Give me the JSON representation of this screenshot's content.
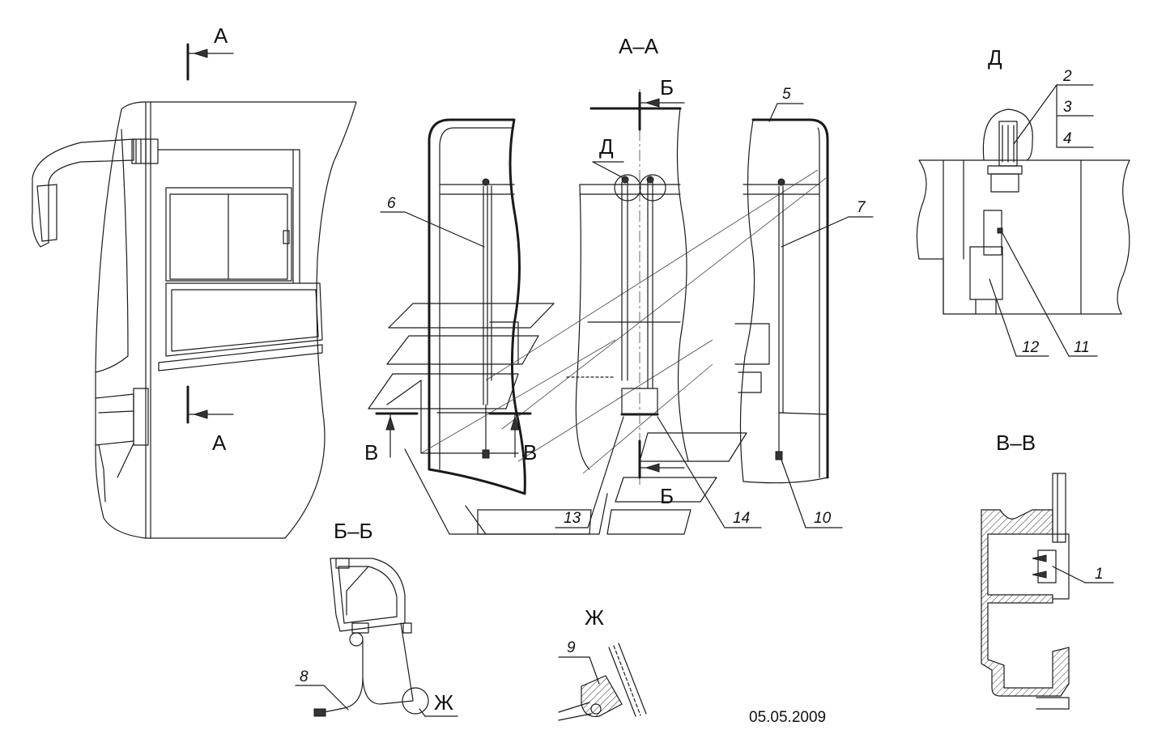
{
  "views": {
    "section_aa": "А–А",
    "section_bb": "Б–Б",
    "section_vv": "В–В",
    "detail_d": "Д",
    "detail_zh": "Ж"
  },
  "cut_marks": {
    "a_top": "А",
    "a_bottom": "А",
    "b_top": "Б",
    "b_bottom": "Б",
    "v_left": "В",
    "v_right": "В",
    "d_callout": "Д",
    "zh_callout": "Ж"
  },
  "parts": {
    "p1": "1",
    "p2": "2",
    "p3": "3",
    "p4": "4",
    "p5": "5",
    "p6": "6",
    "p7": "7",
    "p8": "8",
    "p9": "9",
    "p10": "10",
    "p11": "11",
    "p12": "12",
    "p13": "13",
    "p14": "14"
  },
  "date": "05.05.2009"
}
